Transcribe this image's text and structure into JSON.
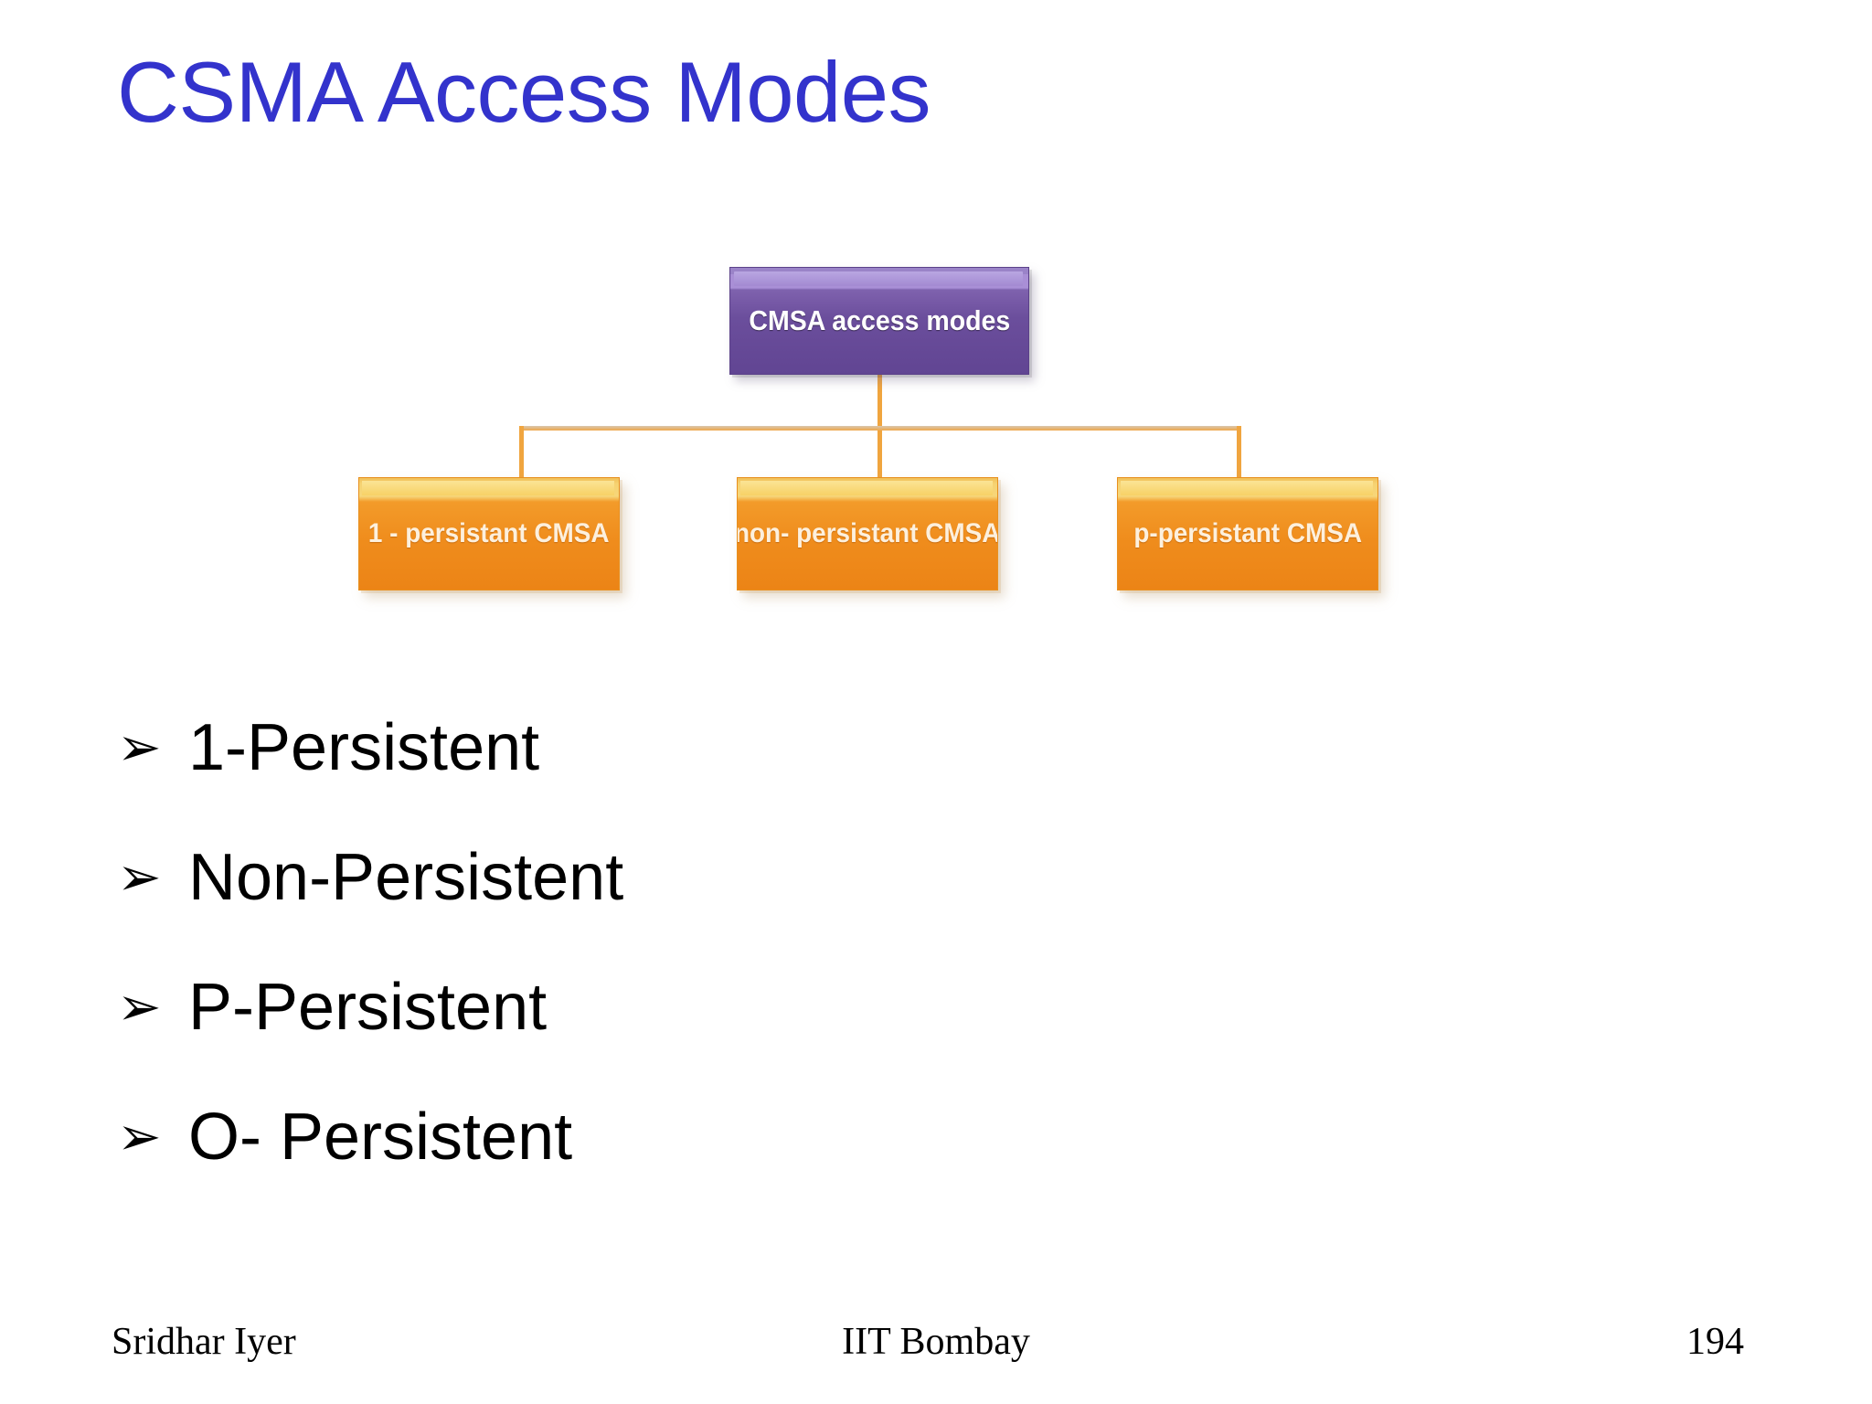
{
  "slide": {
    "title": "CSMA Access Modes",
    "title_color": "#3333CC",
    "background_color": "#FFFFFF"
  },
  "diagram": {
    "type": "org-chart",
    "root": {
      "label": "CMSA access modes",
      "fill_color": "#6B4E9C",
      "text_color": "#FFFFFF"
    },
    "children": [
      {
        "label": "1 - persistant CMSA",
        "fill_color": "#EF8C1C",
        "text_color": "#FDF0DD"
      },
      {
        "label": "non- persistant CMSA",
        "fill_color": "#EF8C1C",
        "text_color": "#FDF0DD"
      },
      {
        "label": "p-persistant CMSA",
        "fill_color": "#EF8C1C",
        "text_color": "#FDF0DD"
      }
    ],
    "connector_color": "#F0A53F"
  },
  "bullets": {
    "glyph": "➢",
    "items": [
      {
        "text": "1-Persistent"
      },
      {
        "text": "Non-Persistent"
      },
      {
        "text": "P-Persistent"
      },
      {
        "text": "O- Persistent"
      }
    ]
  },
  "footer": {
    "author": "Sridhar Iyer",
    "affiliation": "IIT Bombay",
    "page_number": "194"
  }
}
